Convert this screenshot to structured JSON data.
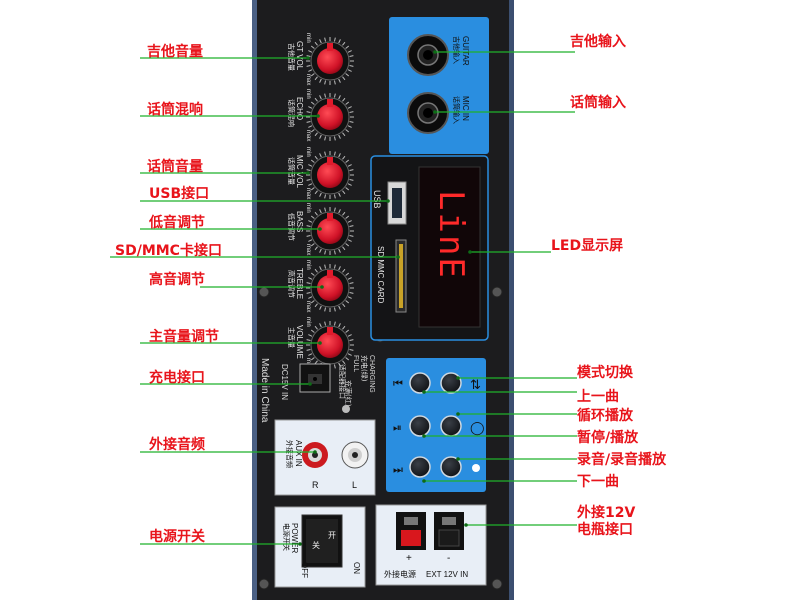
{
  "left_callouts": [
    {
      "id": "guitar-volume",
      "text": "吉他音量"
    },
    {
      "id": "mic-echo",
      "text": "话筒混响"
    },
    {
      "id": "mic-volume",
      "text": "话筒音量"
    },
    {
      "id": "usb-port",
      "text": "USB接口"
    },
    {
      "id": "bass-adjust",
      "text": "低音调节"
    },
    {
      "id": "sd-mmc-slot",
      "text": "SD/MMC卡接口"
    },
    {
      "id": "treble-adjust",
      "text": "高音调节"
    },
    {
      "id": "master-volume",
      "text": "主音量调节"
    },
    {
      "id": "charging-port",
      "text": "充电接口"
    },
    {
      "id": "aux-input",
      "text": "外接音频"
    },
    {
      "id": "power-switch",
      "text": "电源开关"
    }
  ],
  "right_callouts": [
    {
      "id": "guitar-input",
      "text": "吉他输入"
    },
    {
      "id": "mic-input",
      "text": "话筒输入"
    },
    {
      "id": "led-display",
      "text": "LED显示屏"
    },
    {
      "id": "mode-switch",
      "text": "模式切换"
    },
    {
      "id": "previous-track",
      "text": "上一曲"
    },
    {
      "id": "repeat-play",
      "text": "循环播放"
    },
    {
      "id": "pause-play",
      "text": "暂停/播放"
    },
    {
      "id": "record-playback",
      "text": "录音/录音播放"
    },
    {
      "id": "next-track",
      "text": "下一曲"
    },
    {
      "id": "ext-12v-battery",
      "text": [
        "外接12V",
        "电瓶接口"
      ]
    }
  ],
  "knobs": [
    {
      "id": "gt-vol",
      "en": "GT VOL",
      "cn": "吉他音量",
      "min": "min",
      "max": "max"
    },
    {
      "id": "echo",
      "en": "ECHO",
      "cn": "话筒混响",
      "min": "min",
      "max": "max"
    },
    {
      "id": "mic-vol",
      "en": "MIC VOL",
      "cn": "话筒音量",
      "min": "min",
      "max": "max"
    },
    {
      "id": "bass",
      "en": "BASS",
      "cn": "低音调节",
      "min": "min",
      "max": "max"
    },
    {
      "id": "treble",
      "en": "TREBLE",
      "cn": "高音调节",
      "min": "min",
      "max": "max"
    },
    {
      "id": "volume",
      "en": "VOLUME",
      "cn": "主音量",
      "min": "min",
      "max": "max"
    }
  ],
  "jacks": {
    "guitar": {
      "en": "GUITAR",
      "cn": "吉他输入"
    },
    "mic": {
      "en": "MIC IN",
      "cn": "话筒输入"
    }
  },
  "usb_label": "USB",
  "sd_label": "SD MMC CARD",
  "display": {
    "text": "LinE",
    "color": "#ff2a2a"
  },
  "made_in": "Made in China",
  "dc_input": {
    "label": "DC15V IN",
    "cn": "适配器接口"
  },
  "charging": {
    "en": "CHARGING",
    "cn1": "充电(绿)",
    "en2": "FULL",
    "cn2": "充满(红)"
  },
  "aux": {
    "en": "AUX IN",
    "cn": "外接音频",
    "left": "L",
    "right": "R"
  },
  "power": {
    "en": "POWER",
    "cn": "电源开关",
    "on": "ON",
    "on_cn": "开",
    "off": "OFF",
    "off_cn": "关"
  },
  "ext_power": {
    "plus": "+",
    "minus": "-",
    "cn": "外接电源",
    "en": "EXT 12V IN"
  },
  "colors": {
    "accent": "#e8141b",
    "panel": "#1c1c1e",
    "blue": "#2a8ee0",
    "knob": "#d8152a",
    "line": "#1fb12b"
  }
}
